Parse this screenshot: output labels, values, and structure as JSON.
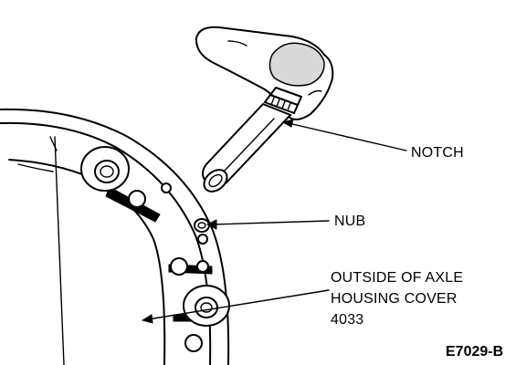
{
  "labels": {
    "notch": "NOTCH",
    "nub": "NUB",
    "cover_line1": "OUTSIDE OF AXLE",
    "cover_line2": "HOUSING COVER",
    "cover_line3": "4033",
    "figure_id": "E7029-B"
  }
}
